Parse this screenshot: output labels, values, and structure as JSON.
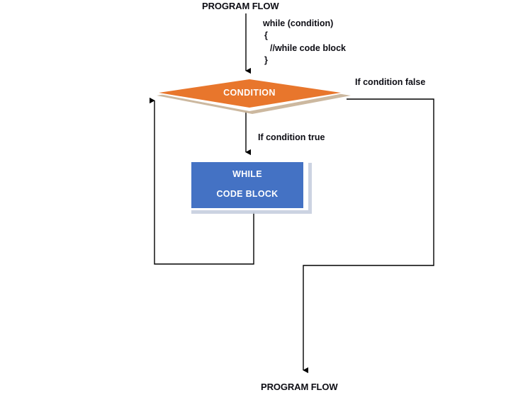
{
  "diagram": {
    "title_top": "PROGRAM FLOW",
    "title_bottom": "PROGRAM FLOW",
    "code_snippet": [
      "while (condition)",
      "{",
      "//while code block",
      "}"
    ],
    "decision": {
      "label": "CONDITION",
      "fill": "#E8762C",
      "border": "#FFFFFF",
      "shadow": "#C9B49A",
      "text_color": "#FFFFFF"
    },
    "process": {
      "label_line1": "WHILE",
      "label_line2": "CODE BLOCK",
      "fill": "#4472C4",
      "border": "#FFFFFF",
      "shadow": "#C6CEDF",
      "text_color": "#FFFFFF"
    },
    "branches": {
      "true_label": "If condition true",
      "false_label": "If condition false"
    },
    "connector_color": "#000000",
    "background": "#FFFFFF"
  }
}
